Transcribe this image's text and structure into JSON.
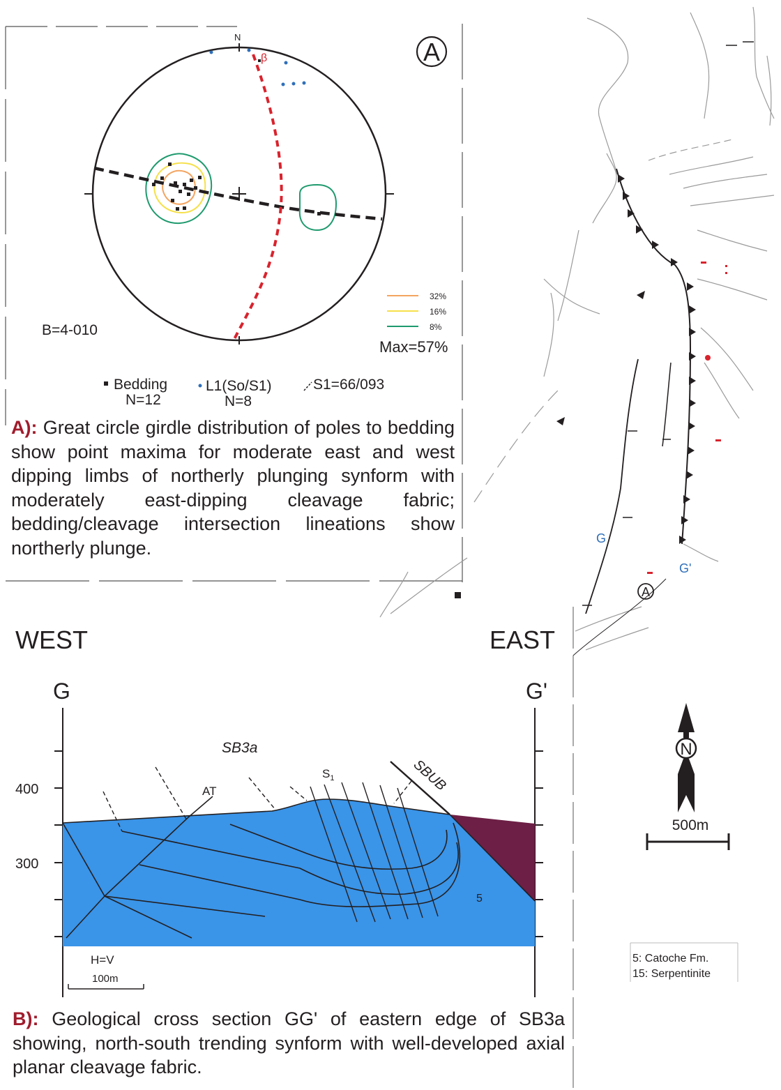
{
  "panel_a": {
    "badge": "A",
    "north_label": "N",
    "beta_label": "β",
    "b_label": "B=4-010",
    "contour_legend": [
      {
        "label": "32%",
        "color": "#f4a460"
      },
      {
        "label": "16%",
        "color": "#f6e04a"
      },
      {
        "label": "8%",
        "color": "#1e9a6e"
      }
    ],
    "max_label": "Max=57%",
    "legend": {
      "bedding": "Bedding",
      "bedding_n": "N=12",
      "l1": "L1(So/S1)",
      "l1_n": "N=8",
      "s1": "S1=66/093"
    },
    "caption_prefix": "A):",
    "caption_text": "Great circle girdle distribution of poles to bedding show point maxima for moderate east and west dipping limbs of northerly plunging synform with moderately east-dipping cleavage fabric; bedding/cleavage intersection lineations show northerly plunge.",
    "colors": {
      "great_circle": "#d9232d",
      "girdle": "#231f20",
      "l1_points": "#2f6fba"
    }
  },
  "map": {
    "section_start": "G",
    "section_end": "G'",
    "station_marker": "A",
    "north_letter": "N",
    "scale_label": "500m",
    "legend_items": [
      "5: Catoche Fm.",
      "15: Serpentinite"
    ]
  },
  "panel_b": {
    "west_label": "WEST",
    "east_label": "EAST",
    "left_end": "G",
    "right_end": "G'",
    "unit_title": "SB3a",
    "elevation_ticks": [
      "400",
      "300"
    ],
    "axial_trace_label": "AT",
    "cleavage_label": "S",
    "cleavage_sub": "1",
    "fault_label": "SBUB",
    "unit_label": "5",
    "hv_label": "H=V",
    "scale_label": "100m",
    "caption_prefix": "B):",
    "caption_text": "Geological cross section GG' of eastern edge of SB3a showing, north-south trending synform with well-developed axial planar cleavage fabric.",
    "colors": {
      "catoche": "#3a94e8",
      "serpentinite": "#6d1f45"
    }
  }
}
